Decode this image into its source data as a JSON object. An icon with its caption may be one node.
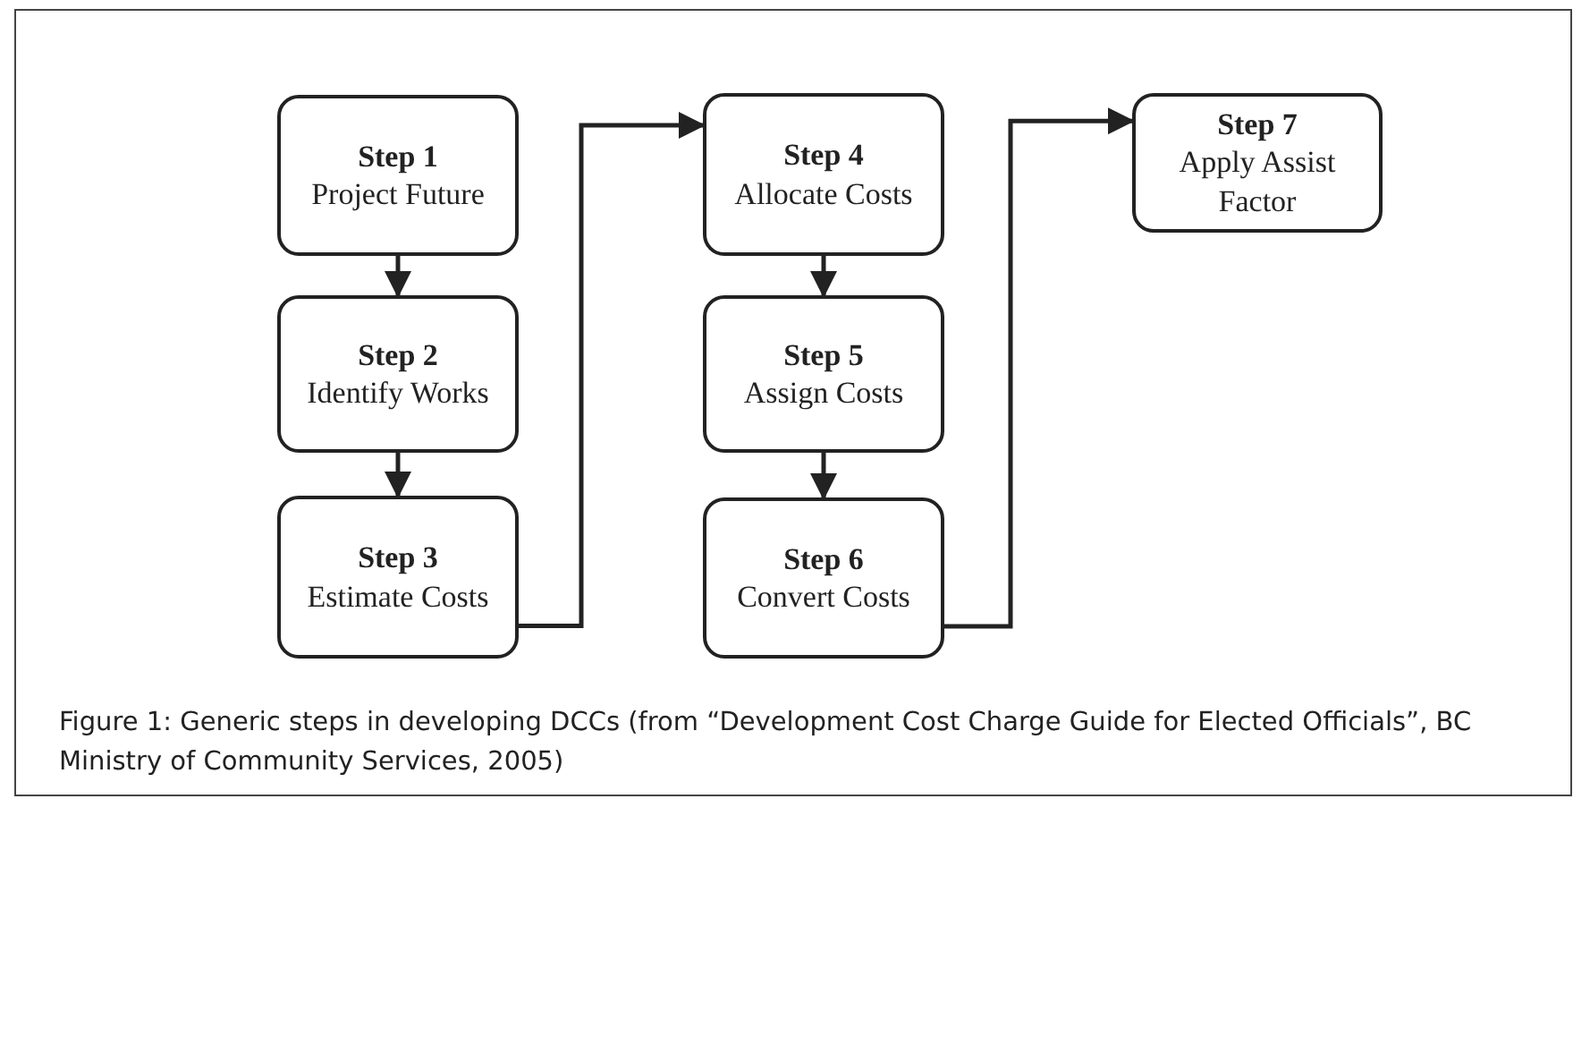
{
  "diagram": {
    "caption": "Figure 1: Generic steps in developing DCCs (from “Development Cost Charge Guide for Elected Officials”, BC Ministry of Community Services, 2005)",
    "nodes": [
      {
        "text": [
          "Step 1",
          "Project Future"
        ]
      },
      {
        "text": [
          "Step 2",
          "Identify Works"
        ]
      },
      {
        "text": [
          "Step 3",
          "Estimate Costs"
        ]
      },
      {
        "text": [
          "Step 4",
          "Allocate Costs"
        ]
      },
      {
        "text": [
          "Step 5",
          "Assign Costs"
        ]
      },
      {
        "text": [
          "Step 6",
          "Convert Costs"
        ]
      },
      {
        "text": [
          "Step 7",
          "Apply Assist Factor"
        ]
      }
    ],
    "edges": [
      {
        "from": 0,
        "to": 1,
        "arrow": "to"
      },
      {
        "from": 1,
        "to": 2,
        "arrow": "to"
      },
      {
        "from": 2,
        "to": 3,
        "arrow": "to"
      },
      {
        "from": 3,
        "to": 4,
        "arrow": "to"
      },
      {
        "from": 4,
        "to": 5,
        "arrow": "to"
      },
      {
        "from": 5,
        "to": 6,
        "arrow": "to"
      }
    ]
  }
}
